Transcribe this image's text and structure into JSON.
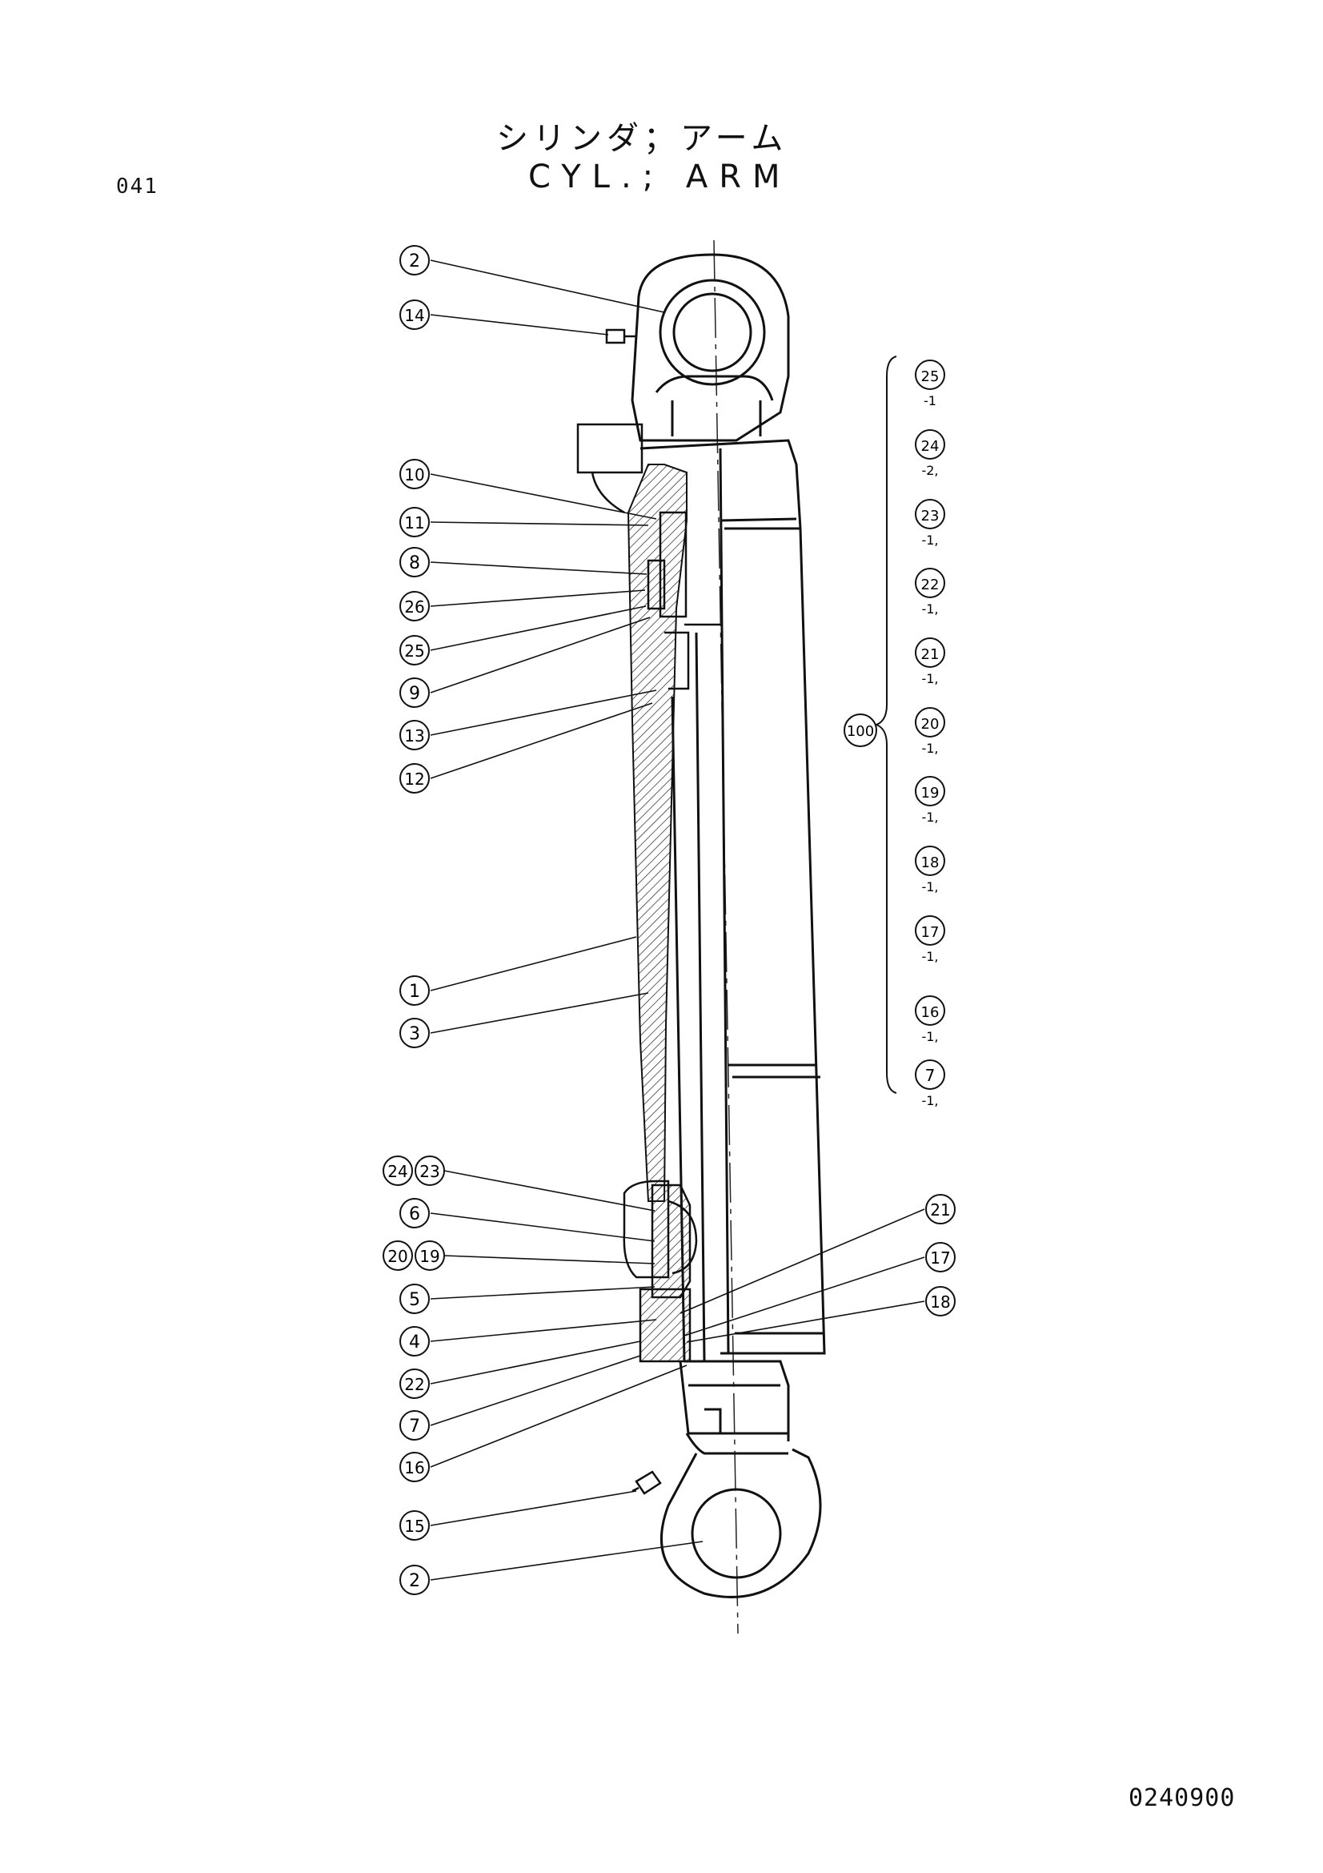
{
  "header": {
    "page_number": "041",
    "title_jp": "シリンダ；アーム",
    "title_en": "CYL.; ARM"
  },
  "callouts_left": [
    {
      "id": "c2-top",
      "label": "2"
    },
    {
      "id": "c14",
      "label": "14"
    },
    {
      "id": "c10",
      "label": "10"
    },
    {
      "id": "c11",
      "label": "11"
    },
    {
      "id": "c8",
      "label": "8"
    },
    {
      "id": "c26",
      "label": "26"
    },
    {
      "id": "c25",
      "label": "25"
    },
    {
      "id": "c9",
      "label": "9"
    },
    {
      "id": "c13",
      "label": "13"
    },
    {
      "id": "c12",
      "label": "12"
    },
    {
      "id": "c1",
      "label": "1"
    },
    {
      "id": "c3",
      "label": "3"
    },
    {
      "id": "c24",
      "label": "24"
    },
    {
      "id": "c23",
      "label": "23"
    },
    {
      "id": "c6",
      "label": "6"
    },
    {
      "id": "c20",
      "label": "20"
    },
    {
      "id": "c19",
      "label": "19"
    },
    {
      "id": "c5",
      "label": "5"
    },
    {
      "id": "c4",
      "label": "4"
    },
    {
      "id": "c22",
      "label": "22"
    },
    {
      "id": "c7",
      "label": "7"
    },
    {
      "id": "c16",
      "label": "16"
    },
    {
      "id": "c15",
      "label": "15"
    },
    {
      "id": "c2-bottom",
      "label": "2"
    }
  ],
  "callouts_right": [
    {
      "id": "c21",
      "label": "21"
    },
    {
      "id": "c17",
      "label": "17"
    },
    {
      "id": "c18",
      "label": "18"
    }
  ],
  "kit": {
    "label": "100",
    "items": [
      {
        "num": "7",
        "suffix": "-1,"
      },
      {
        "num": "16",
        "suffix": "-1,"
      },
      {
        "num": "17",
        "suffix": "-1,"
      },
      {
        "num": "18",
        "suffix": "-1,"
      },
      {
        "num": "19",
        "suffix": "-1,"
      },
      {
        "num": "20",
        "suffix": "-1,"
      },
      {
        "num": "21",
        "suffix": "-1,"
      },
      {
        "num": "22",
        "suffix": "-1,"
      },
      {
        "num": "23",
        "suffix": "-1,"
      },
      {
        "num": "24",
        "suffix": "-2,"
      },
      {
        "num": "25",
        "suffix": "-1"
      }
    ]
  },
  "footer": {
    "doc_code": "0240900"
  }
}
